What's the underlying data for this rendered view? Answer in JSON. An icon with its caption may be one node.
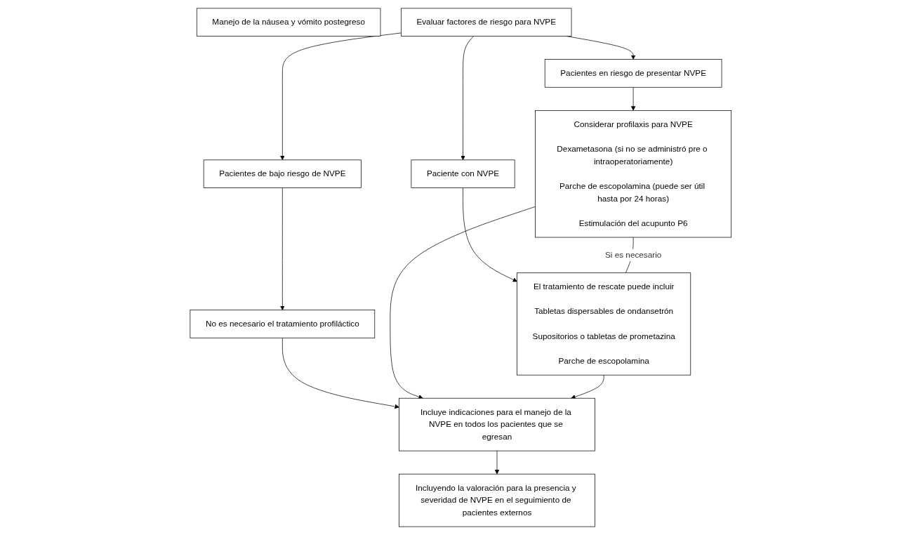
{
  "diagram": {
    "nodes": [
      {
        "text": [
          "Manejo de la náusea y vómito postegreso"
        ]
      },
      {
        "text": [
          "Evaluar factores de riesgo para NVPE"
        ]
      },
      {
        "text": [
          "Pacientes de bajo riesgo de NVPE"
        ]
      },
      {
        "text": [
          "Pacientes en riesgo de presentar NVPE"
        ]
      },
      {
        "text": [
          "Paciente con NVPE"
        ]
      },
      {
        "text": [
          "No es necesario el tratamiento profiláctico"
        ]
      },
      {
        "text": [
          "Considerar profilaxis para NVPE",
          "Dexametasona (si no se administró pre o intraoperatoriamente)",
          "Parche de escopolamina (puede ser útil hasta por 24 horas)",
          "Estimulación del acupunto P6"
        ]
      },
      {
        "text": [
          "El tratamiento de rescate puede incluir",
          "Tabletas dispersables de ondansetrón",
          "Supositorios o tabletas de prometazina",
          "Parche de escopolamina"
        ]
      },
      {
        "text": [
          "Incluye indicaciones para el manejo de la NVPE en todos los pacientes que se egresan"
        ]
      },
      {
        "text": [
          "Incluyendo la valoración para la presencia y severidad de NVPE en el seguimiento de pacientes externos"
        ]
      }
    ],
    "edges": [
      {
        "from": 1,
        "to": 2,
        "arrow": "to"
      },
      {
        "from": 1,
        "to": 3,
        "arrow": "to"
      },
      {
        "from": 1,
        "to": 4,
        "arrow": "to"
      },
      {
        "from": 2,
        "to": 5,
        "arrow": "to"
      },
      {
        "from": 3,
        "to": 6,
        "arrow": "to"
      },
      {
        "from": 4,
        "to": 7,
        "arrow": "to"
      },
      {
        "from": 6,
        "to": 7,
        "arrow": "none",
        "label": "Si es necesario"
      },
      {
        "from": 5,
        "to": 8,
        "arrow": "to"
      },
      {
        "from": 6,
        "to": 8,
        "arrow": "to"
      },
      {
        "from": 7,
        "to": 8,
        "arrow": "to"
      },
      {
        "from": 8,
        "to": 9,
        "arrow": "to"
      }
    ]
  }
}
